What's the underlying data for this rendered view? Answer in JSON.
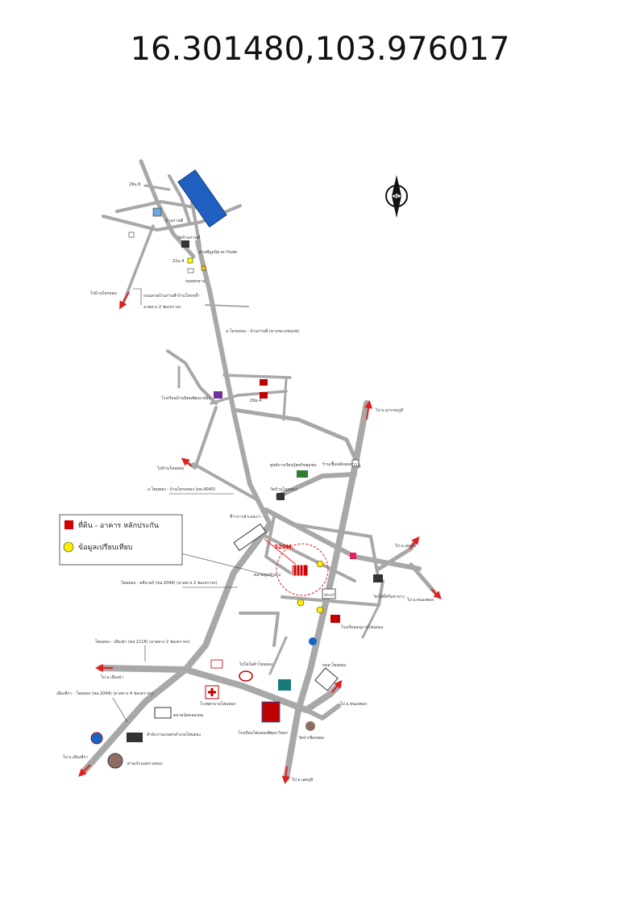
{
  "coordinates": "16.301480,103.976017",
  "legend": {
    "items": [
      {
        "label": "ที่ดิน - อาคาร หลักประกัน",
        "color": "#d00000"
      },
      {
        "label": "ข้อมูลเปรียบเทียบ",
        "color": "#ffee00"
      }
    ]
  },
  "compass": {
    "label": "N"
  },
  "distance_label": "320M.",
  "colors": {
    "road": "#a8a8a8",
    "road_edge": "#8a8a8a",
    "arrow": "#e02020",
    "water": "#1f5fbf",
    "comparison": "#ffee00"
  },
  "labels": {
    "l1": "29ม.6",
    "l2": "บ้านก่านพี่",
    "l3": "วัดบ้านก่านพี่",
    "l4": "ศาลพี่มูลนีมาดาวินชท",
    "l5": "22ม.4",
    "l6": "กุมพลรยาน",
    "l7": "ไปบ้านไทรยอด",
    "l8": "ถนนสายบ้านก่านพี่-บ้านโทรคล้ำ",
    "l9": "ลาดยาง 2 ช่องจราจร",
    "l10": "อ.โทรคทอง - บ้านก่านพี่ (ทางหลวงชนบท)",
    "l11": "โรงเรียนบ้านนิคมพัฒนาสมิง",
    "l12": "29ม.4",
    "l13": "ไปบ้านโพนทอง",
    "l14": "ไป อ.สุวรรณภูมิ",
    "l15": "ร้านเชื้อเพลิงสมทาว",
    "l16": "ศูนย์การเรียนรู้สหกิจชุมชน",
    "l17": "วัดบ้านโนนทอง",
    "l18": "อ.โพนทอง - บ้านโทรคทอง (ทล.4040)",
    "l19": "ที่ว่าการอำเภอเก่า",
    "l20": "ไป อ.เสลภูมิ",
    "l21": "ตลาดศูนย์กลาง",
    "l22": "วัดโพธิ์ศรีมหาบาง",
    "l23": "ไป อ.หนองพอก",
    "l24": "โพนทอง - คลีนวยร์ (ทล.2044) (ลาดยาง 2 ช่องจราจร)",
    "l25": "ประปา",
    "l26": "โรงเรียนอนุบาลโพนทอง",
    "l27": "โพนทอง - เมืองย่า (ทล.2116) (ลาดยาง 2 ช่องจราจร)",
    "l28": "ไป อ.เมืองย่า",
    "l29": "ไปโตโยต้าโพนทอง",
    "l30": "บขส.โพนทอง",
    "l31": "เมืองสีกา - โพนทอง (ทล.2044) (ลาดยาง 4 ช่องจราจร)",
    "l32": "โรงพยาบาลโพนทอง",
    "l33": "ตลาดนัดคลองถม",
    "l34": "สำนักงานเกษตรอำเภอโพนทอง",
    "l35": "โรงเรียนโพนทองพัฒนาวิทยา",
    "l36": "ไป อ.หนองพอก",
    "l37": "วัดป่าเชียงหอม",
    "l38": "ไป อ.เมืองสีกา",
    "l39": "ศาลเจ้าแม่ทรายทอง",
    "l40": "ไป อ.เสลภูมิ"
  }
}
